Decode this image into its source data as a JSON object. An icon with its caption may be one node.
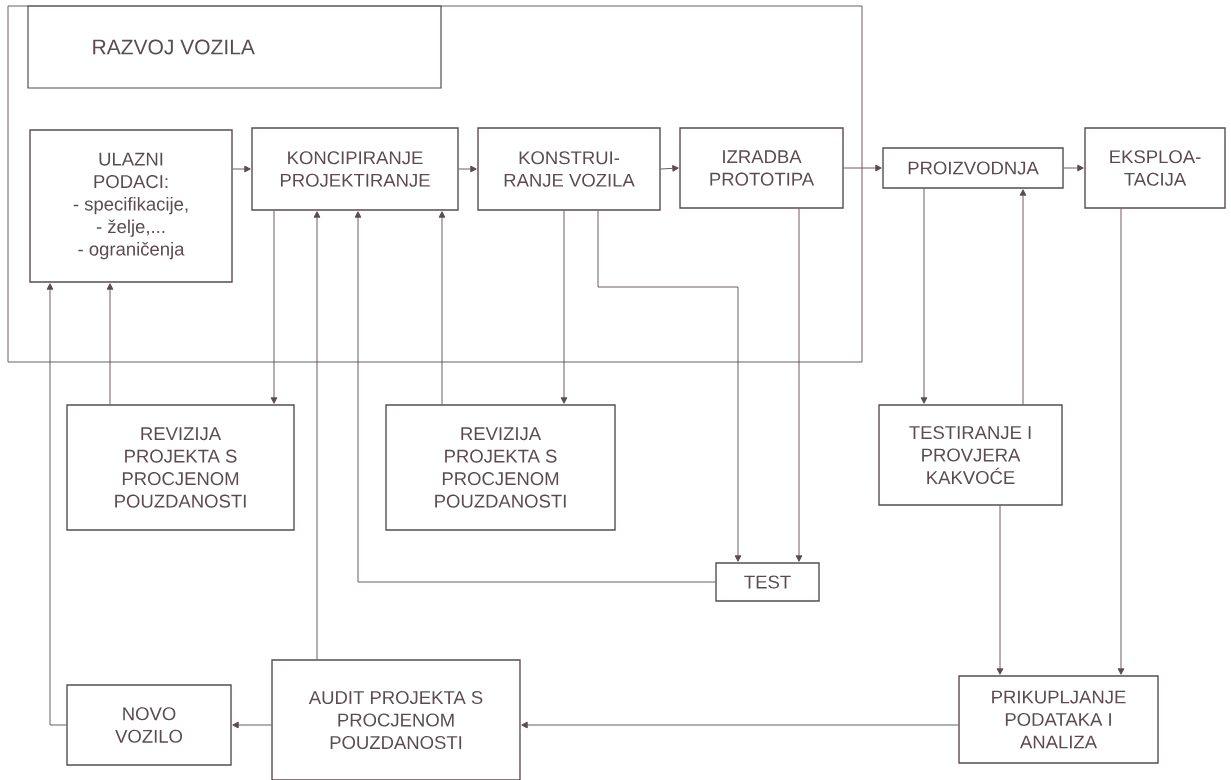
{
  "diagram": {
    "nodes": [
      {
        "text": [
          "RAZVOJ VOZILA"
        ]
      },
      {
        "text": [
          "ULAZNI PODACI:",
          "- specifikacije,",
          "- želje,...",
          "- ograničenja"
        ],
        "in": 0
      },
      {
        "text": [
          "KONCIPIRANJE PROJEKTIRANJE"
        ],
        "in": 0
      },
      {
        "text": [
          "KONSTRUI- RANJE VOZILA"
        ],
        "in": 0
      },
      {
        "text": [
          "IZRADBA PROTOTIPA"
        ],
        "in": 0
      },
      {
        "text": [
          "PROIZVODNJA"
        ]
      },
      {
        "text": [
          "EKSPLOA- TACIJA"
        ]
      },
      {
        "text": [
          "REVIZIJA PROJEKTA S PROCJENOM POUZDANOSTI"
        ]
      },
      {
        "text": [
          "REVIZIJA PROJEKTA S PROCJENOM POUZDANOSTI"
        ]
      },
      {
        "text": [
          "TESTIRANJE I PROVJERA KAKVOĆE"
        ]
      },
      {
        "text": [
          "TEST"
        ]
      },
      {
        "text": [
          "NOVO VOZILO"
        ]
      },
      {
        "text": [
          "AUDIT PROJEKTA S PROCJENOM POUZDANOSTI"
        ]
      },
      {
        "text": [
          "PRIKUPLJANJE PODATAKA I ANALIZA"
        ]
      }
    ],
    "edges": [
      {
        "from": 1,
        "to": 2,
        "arrow": "to"
      },
      {
        "from": 2,
        "to": 3,
        "arrow": "to"
      },
      {
        "from": 3,
        "to": 4,
        "arrow": "to"
      },
      {
        "from": 4,
        "to": 5,
        "arrow": "to"
      },
      {
        "from": 5,
        "to": 6,
        "arrow": "to"
      },
      {
        "from": 2,
        "to": 7,
        "arrow": "to"
      },
      {
        "from": 7,
        "to": 1,
        "arrow": "to"
      },
      {
        "from": 11,
        "to": 1,
        "arrow": "to"
      },
      {
        "from": 12,
        "to": 2,
        "arrow": "to"
      },
      {
        "from": 10,
        "to": 2,
        "arrow": "to"
      },
      {
        "from": 8,
        "to": 2,
        "arrow": "to"
      },
      {
        "from": 3,
        "to": 8,
        "arrow": "to"
      },
      {
        "from": 3,
        "to": 10,
        "arrow": "to"
      },
      {
        "from": 4,
        "to": 10,
        "arrow": "to"
      },
      {
        "from": 5,
        "to": 9,
        "arrow": "to"
      },
      {
        "from": 9,
        "to": 5,
        "arrow": "to"
      },
      {
        "from": 9,
        "to": 13,
        "arrow": "to"
      },
      {
        "from": 6,
        "to": 13,
        "arrow": "to"
      },
      {
        "from": 13,
        "to": 12,
        "arrow": "to"
      },
      {
        "from": 12,
        "to": 11,
        "arrow": "to"
      }
    ]
  }
}
